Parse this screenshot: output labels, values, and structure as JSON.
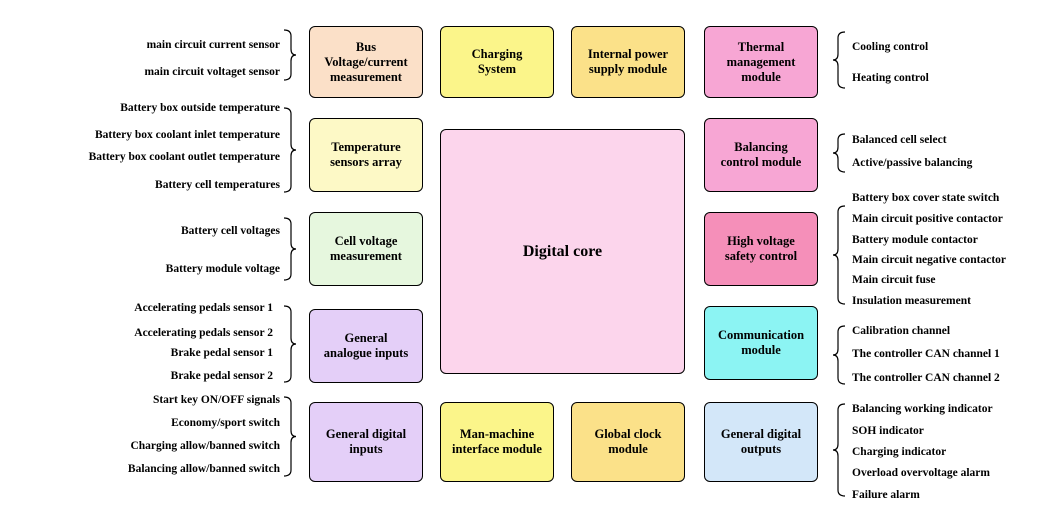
{
  "core": "Digital core",
  "blocks": {
    "bus": "Bus\nVoltage/current\nmeasurement",
    "charging": "Charging\nSystem",
    "internal_power": "Internal power\nsupply module",
    "thermal": "Thermal\nmanagement\nmodule",
    "temperature": "Temperature\nsensors array",
    "balancing": "Balancing\ncontrol module",
    "cell_voltage": "Cell voltage\nmeasurement",
    "high_voltage": "High voltage\nsafety control",
    "analogue": "General\nanalogue inputs",
    "communication": "Communication\nmodule",
    "digital_inputs": "General digital\ninputs",
    "hmi": "Man-machine\ninterface module",
    "clock": "Global clock\nmodule",
    "digital_outputs": "General digital\noutputs"
  },
  "labels": {
    "bus": [
      "main circuit current sensor",
      "main circuit voltaget sensor"
    ],
    "temperature": [
      "Battery box outside temperature",
      "Battery box coolant inlet temperature",
      "Battery box coolant outlet temperature",
      "Battery cell temperatures"
    ],
    "cell_voltage": [
      "Battery cell voltages",
      "Battery module voltage"
    ],
    "analogue": [
      "Accelerating pedals sensor 1",
      "Accelerating pedals sensor 2",
      "Brake pedal sensor 1",
      "Brake pedal sensor 2"
    ],
    "digital_inputs": [
      "Start key ON/OFF signals",
      "Economy/sport switch",
      "Charging allow/banned switch",
      "Balancing allow/banned switch"
    ],
    "thermal": [
      "Cooling control",
      "Heating control"
    ],
    "balancing": [
      "Balanced cell select",
      "Active/passive balancing"
    ],
    "high_voltage": [
      "Battery box cover state switch",
      "Main circuit positive contactor",
      "Battery module contactor",
      "Main circuit negative contactor",
      "Main circuit fuse",
      "Insulation measurement"
    ],
    "communication": [
      "Calibration channel",
      "The controller CAN channel 1",
      "The controller CAN channel 2"
    ],
    "digital_outputs": [
      "Balancing working indicator",
      "SOH indicator",
      "Charging indicator",
      "Overload overvoltage alarm",
      "Failure alarm"
    ]
  },
  "colors": {
    "bus": "#fbe0c8",
    "charging": "#fbf58a",
    "internal_power": "#fbe189",
    "thermal": "#f7a6d4",
    "temperature": "#fdf9c6",
    "balancing": "#f7a6d4",
    "cell_voltage": "#e6f7de",
    "high_voltage": "#f58fb9",
    "analogue": "#e4cff8",
    "communication": "#8cf4f3",
    "digital_inputs": "#e4cff8",
    "hmi": "#fbf58a",
    "clock": "#fbe189",
    "digital_outputs": "#d3e7f9",
    "core": "#fcd5ec"
  }
}
